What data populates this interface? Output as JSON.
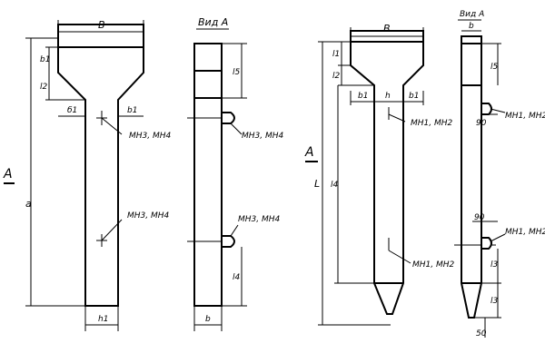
{
  "left_front": {
    "width_label": "B",
    "height_label": "a",
    "flange_thickness_label": "b1",
    "haunch_height_label": "l2",
    "haunch_width_left_label": "б1",
    "haunch_width_right_label": "b1",
    "base_width_label": "h1",
    "view_arrow_label": "A",
    "embed_upper_label": "МН3, МН4",
    "embed_lower_label": "МН3, МН4"
  },
  "left_side": {
    "title": "Вид A",
    "upper_height_label": "l5",
    "lower_height_label": "l4",
    "width_label": "b",
    "embed_upper_label": "МН3, МН4",
    "embed_lower_label": "МН3, МН4"
  },
  "right_front": {
    "width_label": "B",
    "total_length_label": "L",
    "main_length_label": "l4",
    "flange_thickness_label": "l1",
    "haunch_height_label": "l2",
    "haunch_width_left_label": "b1",
    "web_width_label": "h",
    "haunch_width_right_label": "b1",
    "view_arrow_label": "A",
    "embed_upper_label": "МН1, МН2",
    "embed_lower_label": "МН1, МН2"
  },
  "right_side": {
    "title": "Вид A",
    "width_label": "b",
    "upper_height_label": "l5",
    "dim_90_upper": "90",
    "dim_90_lower": "90",
    "lower_height_label": "l3",
    "tip_height_label": "l3",
    "tip_dim": "50",
    "embed_upper_label": "МН1, МН2",
    "embed_lower_label": "МН1, МН2"
  }
}
